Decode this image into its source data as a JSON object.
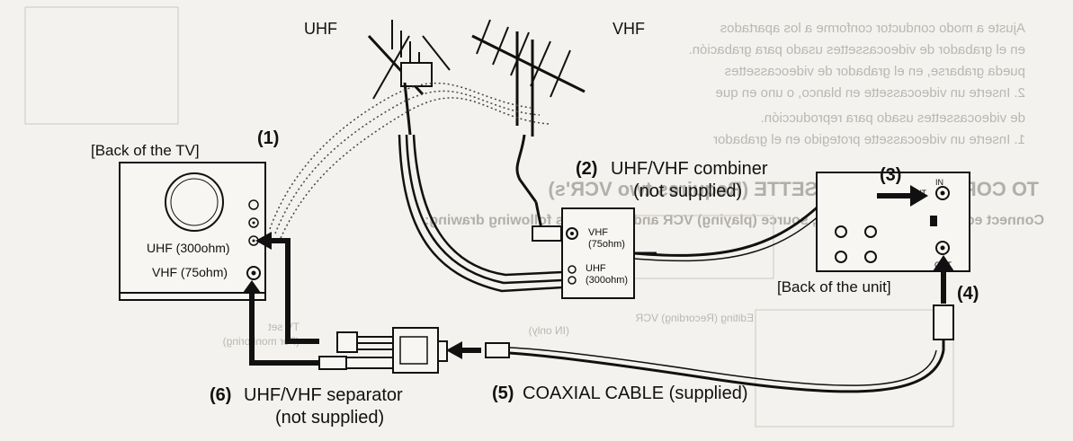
{
  "labels": {
    "uhf_antenna": "UHF",
    "vhf_antenna": "VHF",
    "tv_num": "(1)",
    "tv_title": "[Back of the TV]",
    "tv_uhf": "UHF (300ohm)",
    "tv_vhf": "VHF (75ohm)",
    "combiner_num": "(2)",
    "combiner_line1": "UHF/VHF combiner",
    "combiner_line2": "(not supplied)",
    "combiner_vhf": "VHF",
    "combiner_vhf_ohm": "(75ohm)",
    "combiner_uhf": "UHF",
    "combiner_uhf_ohm": "(300ohm)",
    "unit_num_3": "(3)",
    "unit_ant": "ANT.",
    "unit_in": "IN",
    "unit_out": "OUT",
    "unit_title": "[Back of the unit]",
    "unit_num_4": "(4)",
    "cable_num": "(5)",
    "cable_label": "COAXIAL CABLE (supplied)",
    "separator_num": "(6)",
    "separator_line1": "UHF/VHF separator",
    "separator_line2": "(not supplied)"
  },
  "bleed_through": {
    "heading": "TO COPY A VIDEO CASSETTE (Requires two VCR's)",
    "sub": "Connect editing (Recording) VCR, source (playing) VCR and your TV as following drawing:",
    "line_1": "1. Inserte un videocassette protegido en el grabador",
    "line_2": "de videocassettes usado para reproducción.",
    "line_3": "2. Inserte un videocassette en blanco, o uno en que",
    "line_4": "pueda grabarse, en el grabador de videocassettes",
    "line_5": "en el grabador de videocassettes usado para grabación.",
    "line_6": "Ajuste a modo conductor conforme a los apartados",
    "editing_vcr": "Editing (Recording) VCR",
    "tv_set": "TV set",
    "for_monitoring": "(For monitoring)",
    "in_only": "(IN only)"
  },
  "colors": {
    "ink": "#111111",
    "paper": "#f4f2ee",
    "ghost": "#8a8782"
  }
}
